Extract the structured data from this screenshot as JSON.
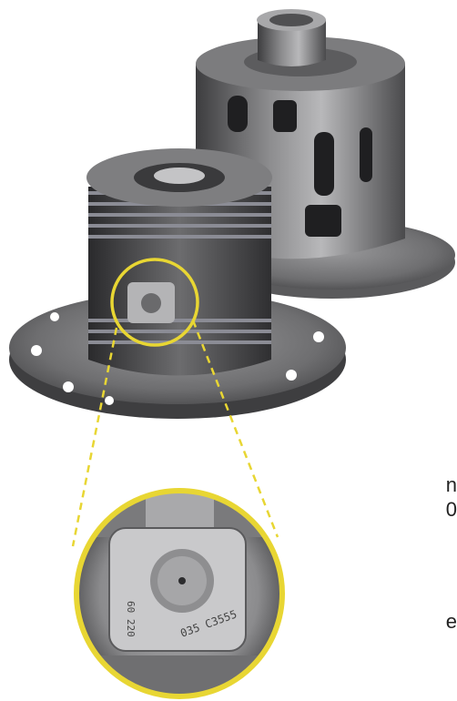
{
  "photo": {
    "subject": "limited-slip differential with inset close-up of serial-number plate",
    "accent_color": "#e8d633"
  },
  "inset": {
    "stamp_top": "60 220",
    "stamp_bottom": "035 C3555"
  },
  "edge_fragments": [
    "n",
    "0",
    "e"
  ]
}
